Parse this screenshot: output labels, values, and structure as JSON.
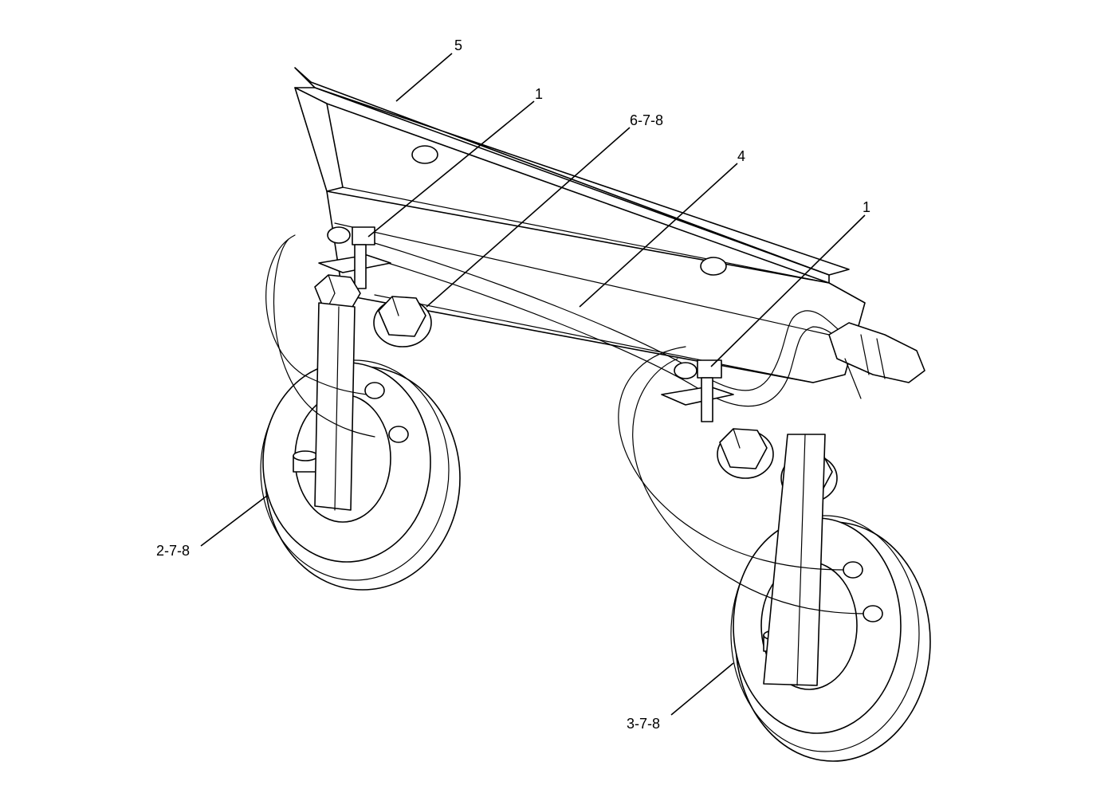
{
  "callouts": {
    "c5": "5",
    "c1a": "1",
    "c678": "6-7-8",
    "c4": "4",
    "c1b": "1",
    "c278": "2-7-8",
    "c378": "3-7-8"
  },
  "colors": {
    "line": "#000000",
    "background": "#ffffff"
  }
}
